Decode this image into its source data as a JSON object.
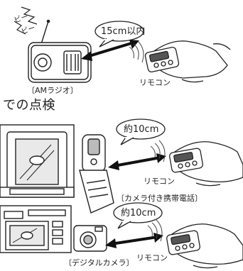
{
  "section1": {
    "beep_text_1": "ビー",
    "beep_text_2": "ビー",
    "distance_label": "15cm以内",
    "device_label": "〔AMラジオ〕",
    "remote_label": "リモコン"
  },
  "section_heading": "での点検",
  "section2": {
    "distance_label": "約10cm",
    "device_label": "〔カメラ付き携帯電話〕",
    "remote_label": "リモコン"
  },
  "section3": {
    "distance_label": "約10cm",
    "device_label": "〔デジタルカメラ〕",
    "remote_label": "リモコン"
  },
  "icons": [
    "radio-icon",
    "remote-control-icon",
    "hand-icon",
    "camera-phone-icon",
    "digital-camera-icon",
    "double-arrow-icon",
    "signal-wave-icon"
  ]
}
